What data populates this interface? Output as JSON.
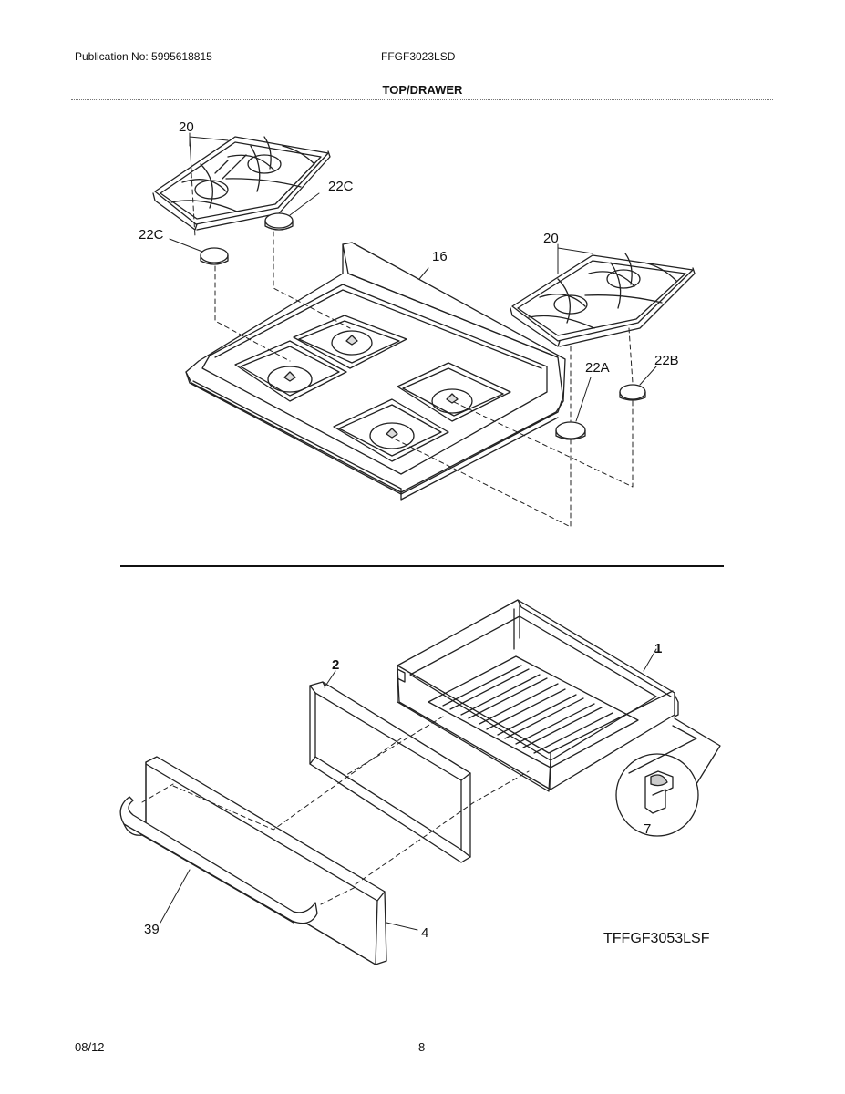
{
  "header": {
    "publication": "Publication No: 5995618815",
    "model": "FFGF3023LSD",
    "section": "TOP/DRAWER"
  },
  "callouts": {
    "grate_left": "20",
    "grate_right": "20",
    "cap_22c_upper": "22C",
    "cap_22c_lower": "22C",
    "cooktop": "16",
    "cap_22a": "22A",
    "cap_22b": "22B",
    "drawer_body": "1",
    "drawer_panel": "2",
    "drawer_clip": "7",
    "drawer_handle": "39",
    "drawer_front": "4"
  },
  "figure_ref": "TFFGF3053LSF",
  "footer": {
    "date": "08/12",
    "page": "8"
  }
}
